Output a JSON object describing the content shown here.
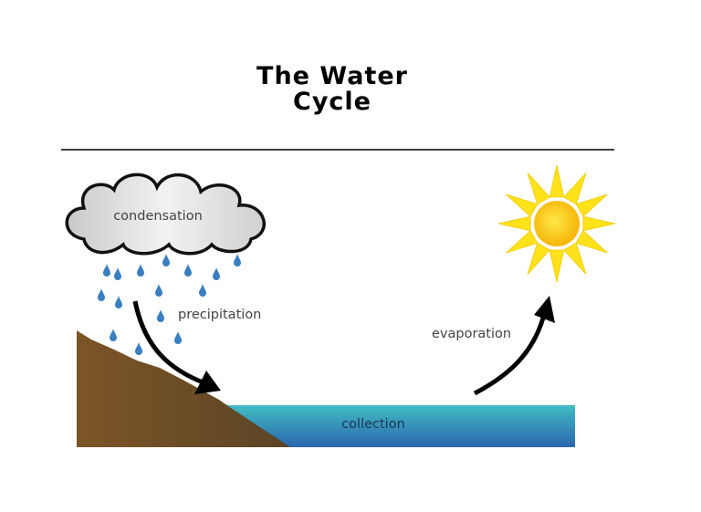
{
  "title": {
    "line1": "The Water",
    "line2": "Cycle"
  },
  "labels": {
    "condensation": "condensation",
    "precipitation": "precipitation",
    "evaporation": "evaporation",
    "collection": "collection"
  },
  "colors": {
    "water_top": "#42bcc4",
    "water_bottom": "#2a66ad",
    "land_light": "#7d5526",
    "land_dark": "#5a4426",
    "sun_rays": "#ffe21a",
    "sun_core": "#f7b500",
    "rain": "#3a7fc0"
  }
}
